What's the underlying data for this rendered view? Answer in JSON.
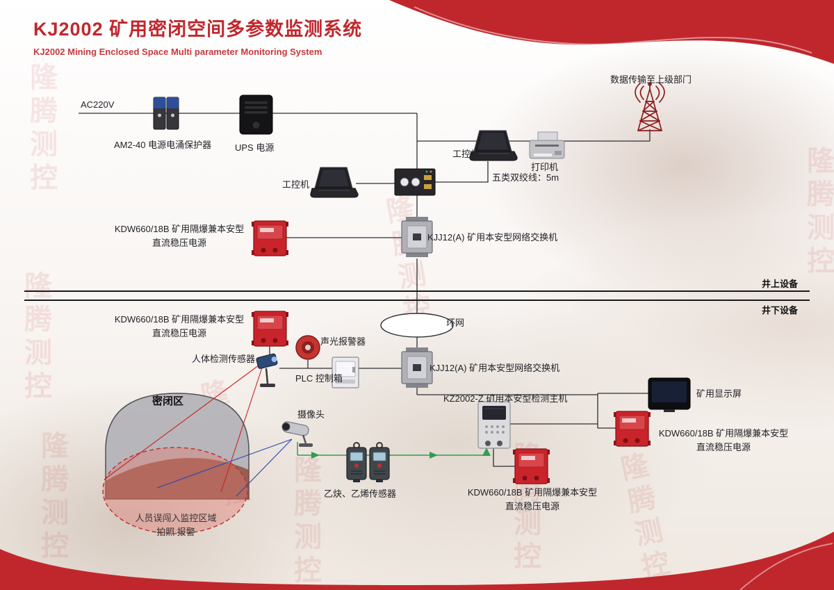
{
  "header": {
    "title": "KJ2002 矿用密闭空间多参数监测系统",
    "subtitle": "KJ2002 Mining Enclosed Space Multi parameter Monitoring System"
  },
  "watermark": {
    "text": "隆腾测控"
  },
  "zones": {
    "surface": "井上设备",
    "underground": "井下设备"
  },
  "nodes": {
    "ac220v": "AC220V",
    "surge_protector": "AM2-40 电源电涌保护器",
    "ups": "UPS 电源",
    "uplink": "数据传输至上级部门",
    "ipc_1": "工控机",
    "ipc_2": "工控机",
    "printer": "打印机",
    "cable_note": "五类双绞线：5m",
    "kdw_surface": {
      "line1": "KDW660/18B 矿用隔爆兼本安型",
      "line2": "直流稳压电源"
    },
    "switch_surface": "KJJ12(A) 矿用本安型网络交换机",
    "ring_network": "环网",
    "kdw_underground": {
      "line1": "KDW660/18B 矿用隔爆兼本安型",
      "line2": "直流稳压电源"
    },
    "audible_alarm": "声光报警器",
    "human_sensor": "人体检测传感器",
    "plc_box": "PLC 控制箱",
    "switch_underground": "KJJ12(A) 矿用本安型网络交换机",
    "camera": "摄像头",
    "enclosed_zone": "密闭区",
    "intrusion_note": {
      "line1": "人员误闯入监控区域",
      "line2": "拍照 报警"
    },
    "gas_sensors": "乙炔、乙烯传感器",
    "detection_host": "KZ2002-Z 矿用本安型检测主机",
    "mine_display": "矿用显示屏",
    "kdw_right": {
      "line1": "KDW660/18B 矿用隔爆兼本安型",
      "line2": "直流稳压电源"
    },
    "kdw_bottom": {
      "line1": "KDW660/18B 矿用隔爆兼本安型",
      "line2": "直流稳压电源"
    }
  },
  "colors": {
    "brand_red": "#c0272d",
    "device_red": "#c9242b",
    "connector": "#2e2e33",
    "signal_green": "#2e9e4f",
    "cone_red": "#cc2222",
    "cone_blue": "#2a48b0"
  }
}
